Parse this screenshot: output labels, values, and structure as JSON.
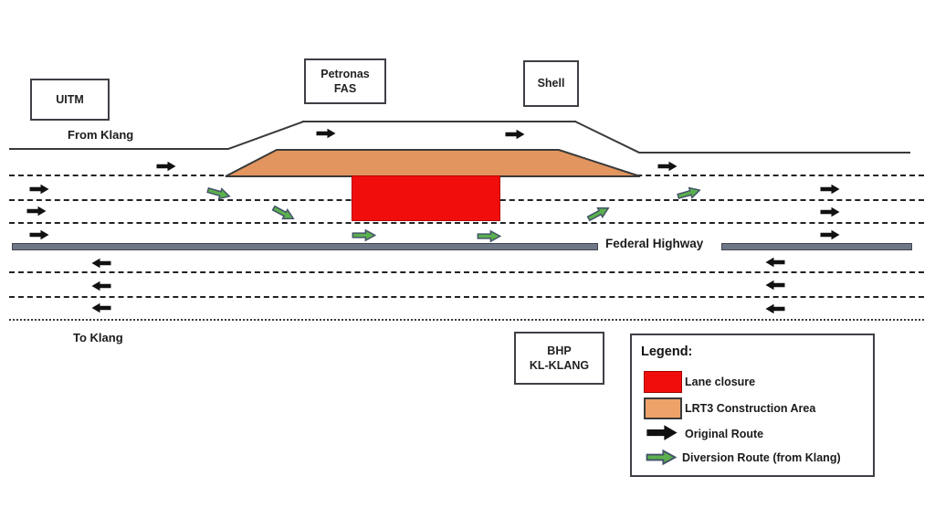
{
  "landmarks": {
    "uitm": {
      "label": "UITM"
    },
    "petronas": {
      "line1": "Petronas",
      "line2": "FAS"
    },
    "shell": {
      "label": "Shell"
    },
    "bhp": {
      "line1": "BHP",
      "line2": "KL-KLANG"
    }
  },
  "road": {
    "from_klang": "From Klang",
    "to_klang": "To Klang",
    "federal_highway": "Federal Highway"
  },
  "legend": {
    "title": "Legend:",
    "items": [
      {
        "label": "Lane closure",
        "swatch_color": "#f20d0d"
      },
      {
        "label": "LRT3 Construction Area",
        "swatch_color": "#eda269"
      },
      {
        "label": "Original Route",
        "swatch_color": "#111111"
      },
      {
        "label": "Diversion Route (from Klang)",
        "swatch_color": "#5bb14d"
      }
    ]
  },
  "colors": {
    "lane_closure_red": "#f20d0d",
    "construction_orange": "#e2955e",
    "original_route_black": "#111111",
    "diversion_green_fill": "#5bb14d",
    "diversion_green_border": "#44546a",
    "median_gray": "#6e7787"
  }
}
